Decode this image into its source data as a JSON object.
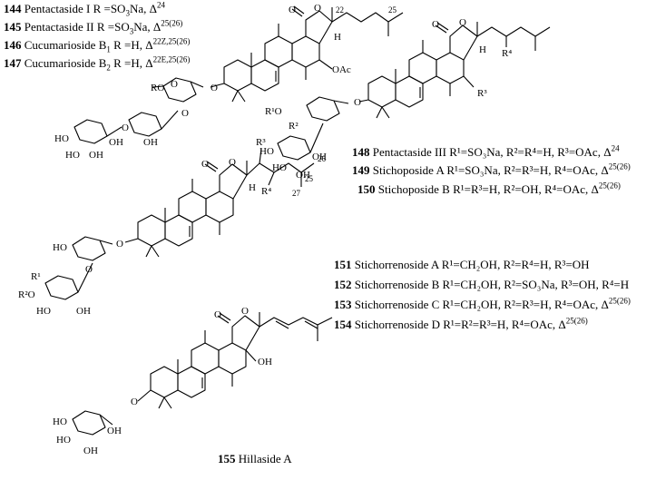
{
  "compounds": [
    {
      "num": "144",
      "name": "Pentactaside I",
      "sub": " R =SO",
      "tail": "Na, Δ",
      "sup": "24"
    },
    {
      "num": "145",
      "name": "Pentactaside II",
      "sub": " R =SO",
      "tail": "Na, Δ",
      "sup": "25(26)"
    },
    {
      "num": "146",
      "name": "Cucumarioside B",
      "idx": "1",
      "mid": " R =H, Δ",
      "sup": "22Z,25(26)"
    },
    {
      "num": "147",
      "name": "Cucumarioside B",
      "idx": "2",
      "mid": " R =H, Δ",
      "sup": "22E,25(26)"
    },
    {
      "num": "148",
      "name": "Pentactaside III",
      "text": "R¹=SO₃Na, R²=R⁴=H, R³=OAc, Δ",
      "sup": "24"
    },
    {
      "num": "149",
      "name": "Stichoposide A",
      "text": "R¹=SO₃Na, R²=R³=H, R⁴=OAc, Δ",
      "sup": "25(26)"
    },
    {
      "num": "150",
      "name": "Stichoposide B",
      "text": "R¹=R³=H, R²=OH, R⁴=OAc, Δ",
      "sup": "25(26)"
    },
    {
      "num": "151",
      "name": "Stichorrenoside A",
      "text": "R¹=CH₂OH, R²=R⁴=H, R³=OH",
      "sup": ""
    },
    {
      "num": "152",
      "name": "Stichorrenoside B",
      "text": "R¹=CH₂OH, R²=SO₃Na, R³=OH, R⁴=H",
      "sup": ""
    },
    {
      "num": "153",
      "name": "Stichorrenoside C",
      "text": "R¹=CH₂OH, R²=R³=H, R⁴=OAc, Δ",
      "sup": "25(26)"
    },
    {
      "num": "154",
      "name": "Stichorrenoside D",
      "text": "R¹=R²=R³=H, R⁴=OAc, Δ",
      "sup": "25(26)"
    },
    {
      "num": "155",
      "name": "Hillaside A",
      "text": "",
      "sup": ""
    }
  ],
  "atoms": {
    "o": "O",
    "oh": "OH",
    "ho": "HO",
    "oac": "OAc",
    "h": "H",
    "r": "R",
    "r1": "R¹",
    "r2": "R²",
    "r3": "R³",
    "r4": "R⁴",
    "ro": "RO",
    "r1o": "R¹O",
    "r2o": "R²O"
  },
  "locants": {
    "n22": "22",
    "n25": "25",
    "n26": "26",
    "n27": "27"
  }
}
